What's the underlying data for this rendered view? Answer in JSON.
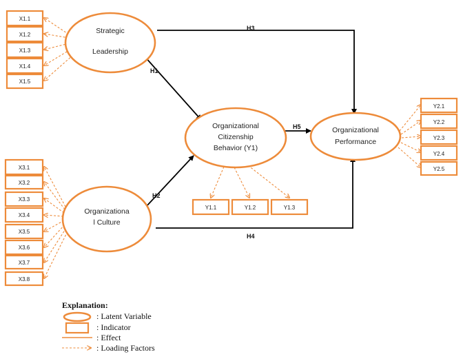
{
  "latent": {
    "strategic_leadership": [
      "Strategic",
      "Leadership"
    ],
    "organizational_culture": [
      "Organizationa",
      "l Culture"
    ],
    "ocb": [
      "Organizational",
      "Citizenship",
      "Behavior (Y1)"
    ],
    "performance": [
      "Organizational",
      "Performance"
    ]
  },
  "indicators": {
    "x1": [
      "X1.1",
      "X1.2",
      "X1.3",
      "X1.4",
      "X1.5"
    ],
    "x3": [
      "X3.1",
      "X3.2",
      "X3.3",
      "X3.4",
      "X3.5",
      "X3.6",
      "X3.7",
      "X3.8"
    ],
    "y1": [
      "Y1.1",
      "Y1.2",
      "Y1.3"
    ],
    "y2": [
      "Y2.1",
      "Y2.2",
      "Y2.3",
      "Y2.4",
      "Y2.5"
    ]
  },
  "hypotheses": {
    "h1": "H1",
    "h2": "H2",
    "h3": "H3",
    "h4": "H4",
    "h5": "H5"
  },
  "legend": {
    "title": "Explanation:",
    "latent": ": Latent Variable",
    "indicator": ": Indicator",
    "effect": ": Effect",
    "loading": ": Loading Factors"
  },
  "colors": {
    "shape_stroke": "#ed8b3a",
    "arrow": "#000000"
  }
}
